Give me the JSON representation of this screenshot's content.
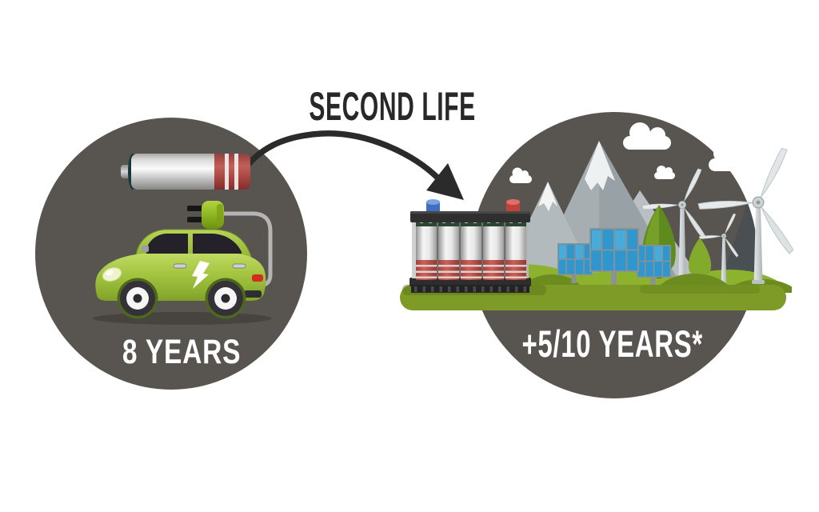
{
  "infographic": {
    "transition_label": "SECOND LIFE",
    "first_life": {
      "duration_label": "8 YEARS",
      "icons": [
        "ev-battery-icon",
        "charging-plug-icon",
        "electric-car-icon"
      ]
    },
    "second_life": {
      "duration_label": "+5/10 YEARS*",
      "icons": [
        "storage-battery-icon",
        "solar-panel-icon",
        "wind-turbine-icon",
        "mountains-icon",
        "tree-icon",
        "cloud-icon",
        "grass-icon"
      ]
    },
    "arrow_icon": "curved-arrow-icon"
  },
  "colors": {
    "circle_gray": "#585450",
    "arrow_black": "#2b2b2b",
    "title_text": "#282828",
    "circle_text": "#ffffff",
    "car_green": "#a3c43f",
    "plug_green": "#8db722",
    "battery_silver": "#e8e8e8",
    "battery_red_cap": "#b04743",
    "storage_terminal_blue": "#3f6fc0",
    "storage_terminal_red": "#c2423a",
    "solar_blue": "#2f97cd",
    "grass_strip_green": "#7d9b26",
    "hill_green": "#8db32e",
    "hill_dark_green": "#6d8c1f",
    "mountain_gray": "#a0a9ae",
    "snow_white": "#eef1f1",
    "turbine_white": "#e2e6e7"
  }
}
